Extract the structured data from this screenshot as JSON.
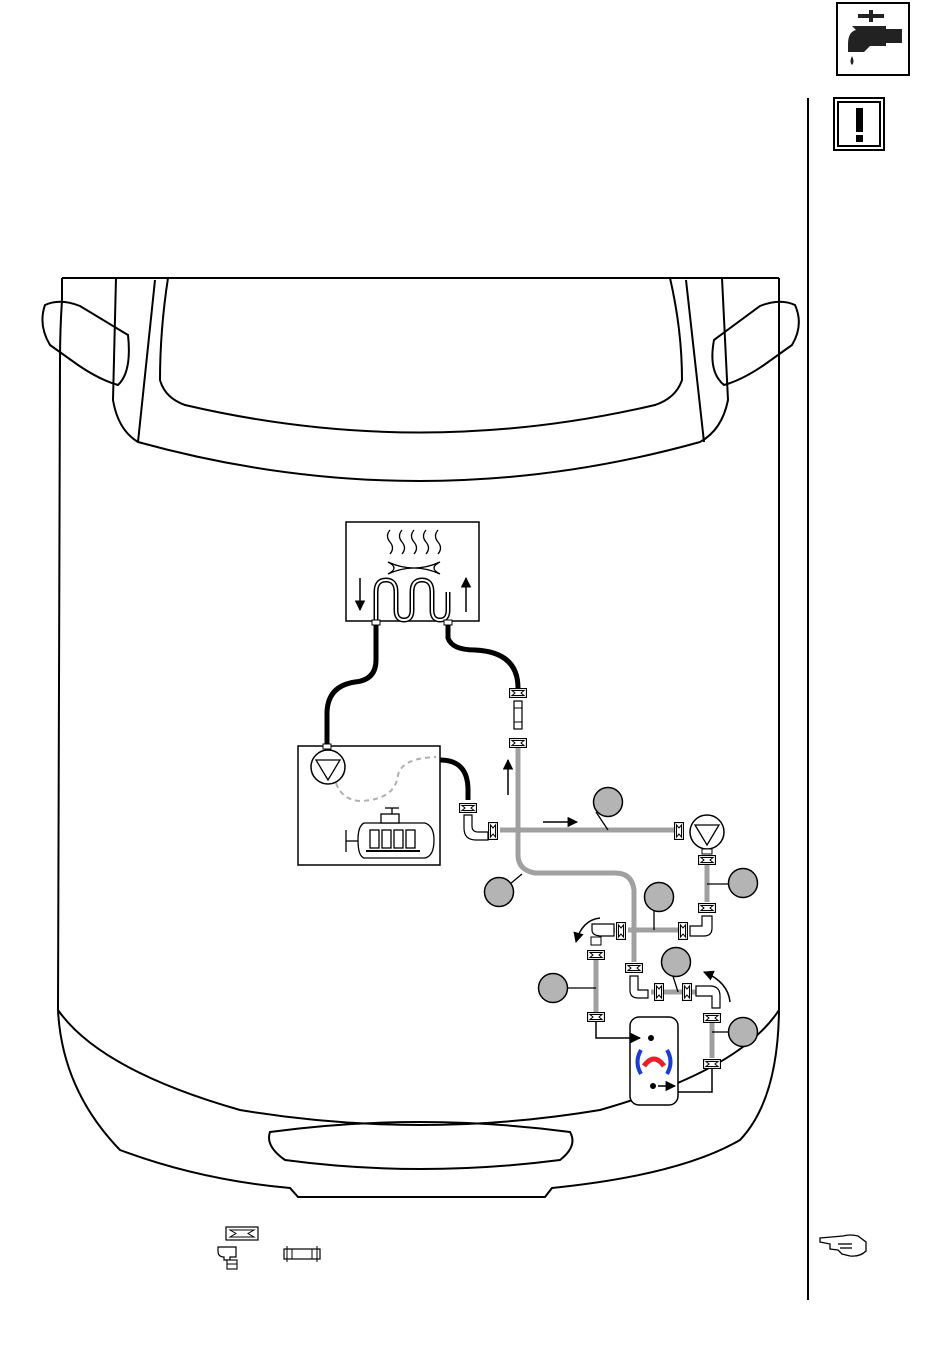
{
  "page": {
    "header_icon": "water-tap-icon",
    "warning_icon": "exclamation-warning-icon",
    "note_icon": "pointing-hand-icon"
  },
  "diagram": {
    "subject": "vehicle-front-hood-outline",
    "components": [
      {
        "name": "heater-matrix",
        "icon": "heater-core-icon"
      },
      {
        "name": "pump-engine-box",
        "icon": "pump-and-engine-icon"
      },
      {
        "name": "auxiliary-pump",
        "icon": "pump-icon"
      },
      {
        "name": "heater-unit",
        "icon": "thermo-heater-icon"
      }
    ],
    "callouts": [
      {
        "id": "callout-1",
        "label": ""
      },
      {
        "id": "callout-2",
        "label": ""
      },
      {
        "id": "callout-3",
        "label": ""
      },
      {
        "id": "callout-4",
        "label": ""
      },
      {
        "id": "callout-5",
        "label": ""
      },
      {
        "id": "callout-6",
        "label": ""
      },
      {
        "id": "callout-7",
        "label": ""
      }
    ],
    "colors": {
      "outline": "#000000",
      "hose_original": "#000000",
      "hose_new": "#a0a0a0",
      "callout_fill": "#b4b4b4",
      "hot_red": "#e8202a",
      "cold_blue": "#1a3fd0",
      "dashed_line": "#b0b0b0"
    }
  },
  "legend": {
    "items": [
      {
        "name": "hose-clamp",
        "icon": "hose-clamp-icon"
      },
      {
        "name": "elbow-connector",
        "icon": "elbow-connector-icon"
      },
      {
        "name": "straight-connector",
        "icon": "straight-connector-icon"
      }
    ]
  }
}
